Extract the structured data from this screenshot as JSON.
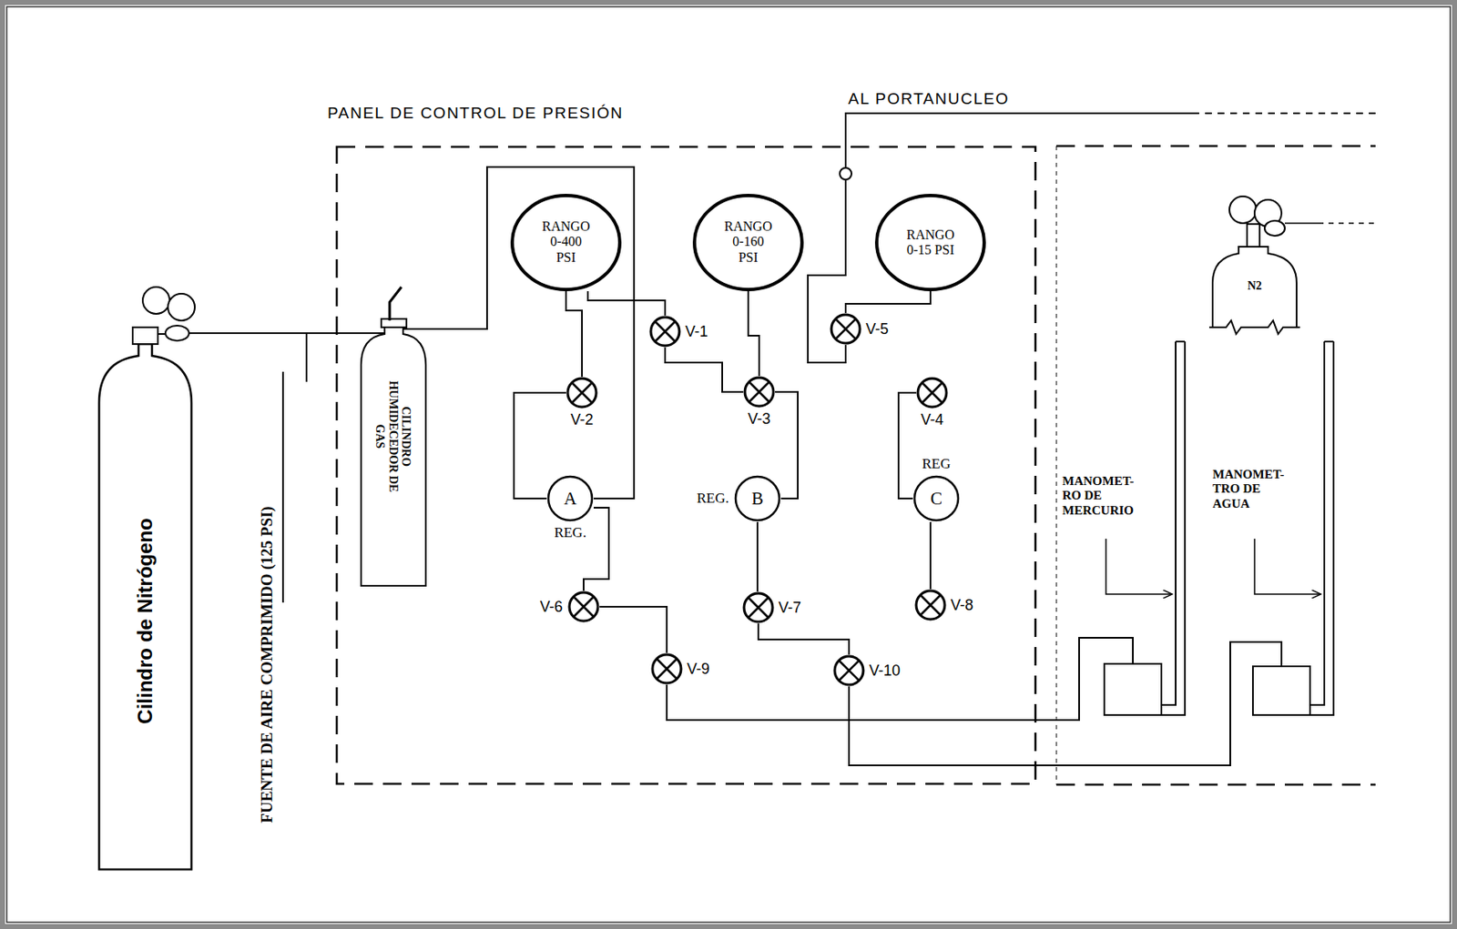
{
  "diagram": {
    "nodes": [
      {
        "text": [
          "Cilindro de Nitrógeno"
        ]
      },
      {
        "text": [
          "PANEL DE CONTROL DE PRESIÓN"
        ]
      },
      {
        "text": [
          "CILINDRO HUMIDECEDOR DE GAS"
        ],
        "in": 1
      },
      {
        "text": [
          "RANGO 0-400 PSI"
        ],
        "in": 1
      },
      {
        "text": [
          "RANGO 0-160 PSI"
        ],
        "in": 1
      },
      {
        "text": [
          "RANGO 0-15 PSI"
        ],
        "in": 1
      },
      {
        "text": [
          "V-1"
        ],
        "in": 1
      },
      {
        "text": [
          "V-5"
        ],
        "in": 1
      },
      {
        "text": [
          "V-2"
        ],
        "in": 1
      },
      {
        "text": [
          "V-3"
        ],
        "in": 1
      },
      {
        "text": [
          "V-4"
        ],
        "in": 1
      },
      {
        "text": [
          "A",
          "REG."
        ],
        "in": 1
      },
      {
        "text": [
          "REG.",
          "B"
        ],
        "in": 1
      },
      {
        "text": [
          "REG",
          "C"
        ],
        "in": 1
      },
      {
        "text": [
          "V-6"
        ],
        "in": 1
      },
      {
        "text": [
          "V-7"
        ],
        "in": 1
      },
      {
        "text": [
          "V-8"
        ],
        "in": 1
      },
      {
        "text": [
          "V-9"
        ],
        "in": 1
      },
      {
        "text": [
          "V-10"
        ],
        "in": 1
      },
      {
        "text": [
          "N2"
        ]
      }
    ],
    "edges": [
      {
        "from": 0,
        "to": 2,
        "arrow": "none"
      },
      {
        "from": 2,
        "to": 11,
        "arrow": "none"
      },
      {
        "from": 8,
        "to": 11,
        "arrow": "none"
      },
      {
        "from": 3,
        "to": 8,
        "arrow": "none"
      },
      {
        "from": 3,
        "to": 6,
        "arrow": "none"
      },
      {
        "from": 6,
        "to": 9,
        "arrow": "none"
      },
      {
        "from": 4,
        "to": 9,
        "arrow": "none"
      },
      {
        "from": 9,
        "to": 12,
        "arrow": "none"
      },
      {
        "from": 5,
        "to": 7,
        "arrow": "none"
      },
      {
        "from": 10,
        "to": 13,
        "arrow": "none"
      },
      {
        "from": 11,
        "to": 14,
        "arrow": "none"
      },
      {
        "from": 12,
        "to": 15,
        "arrow": "none"
      },
      {
        "from": 13,
        "to": 16,
        "arrow": "none"
      },
      {
        "from": 14,
        "to": 17,
        "arrow": "none"
      },
      {
        "from": 15,
        "to": 18,
        "arrow": "none"
      }
    ],
    "labels": [
      "AL PORTANUCLEO",
      "FUENTE DE AIRE COMPRIMIDO (125 PSI)",
      "MANOMET- RO DE MERCURIO",
      "MANOMET- TRO DE AGUA"
    ]
  }
}
